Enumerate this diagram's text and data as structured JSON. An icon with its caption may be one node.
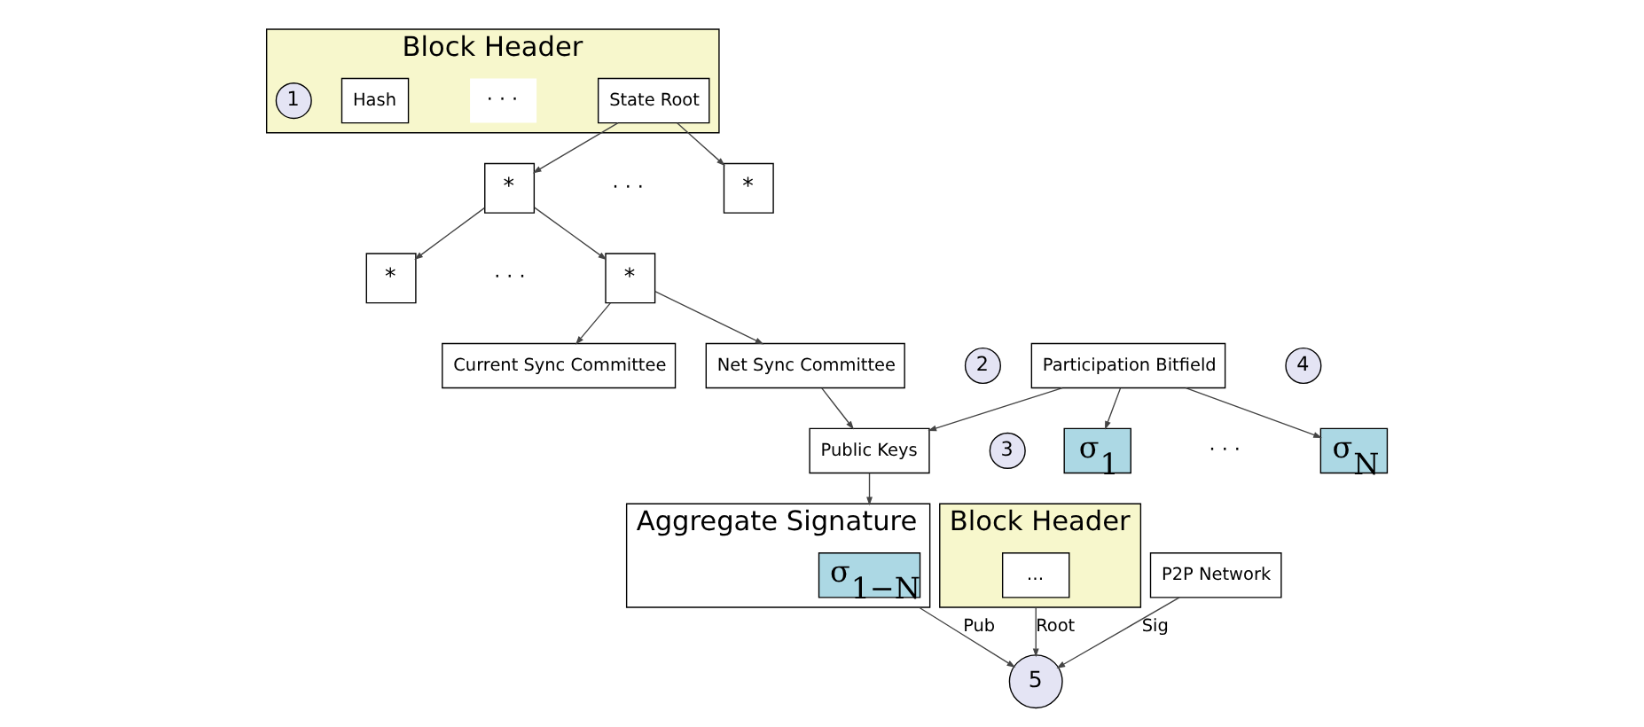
{
  "diagram": {
    "nodes": [
      {
        "text": [
          "Block Header"
        ],
        "beside": [
          "1"
        ]
      },
      {
        "text": [
          "Hash"
        ],
        "in": 0
      },
      {
        "text": [
          "State Root"
        ],
        "in": 0
      },
      {
        "text": [
          "*"
        ]
      },
      {
        "text": [
          "*"
        ]
      },
      {
        "text": [
          "*"
        ]
      },
      {
        "text": [
          "*"
        ]
      },
      {
        "text": [
          "Current Sync Committee"
        ]
      },
      {
        "text": [
          "Net Sync Committee"
        ],
        "beside": [
          "2"
        ]
      },
      {
        "text": [
          "Public Keys"
        ],
        "beside": [
          "3"
        ]
      },
      {
        "text": [
          "Participation Bitfield"
        ],
        "beside": [
          "4"
        ]
      },
      {
        "text": [
          "σ$_{1}$"
        ]
      },
      {
        "text": [
          "σ$_{N}$"
        ]
      },
      {
        "text": [
          "Aggregate Signature"
        ]
      },
      {
        "text": [
          "σ$_{1−N}$"
        ],
        "in": 13
      },
      {
        "text": [
          "Block Header"
        ]
      },
      {
        "text": [
          "…"
        ],
        "in": 15
      },
      {
        "text": [
          "5"
        ]
      },
      {
        "text": [
          "P2P Network"
        ]
      }
    ],
    "edges": [
      {
        "from": 2,
        "to": 3,
        "arrow": "to"
      },
      {
        "from": 2,
        "to": 4,
        "arrow": "to"
      },
      {
        "from": 3,
        "to": 5,
        "arrow": "to"
      },
      {
        "from": 3,
        "to": 6,
        "arrow": "to"
      },
      {
        "from": 6,
        "to": 7,
        "arrow": "to"
      },
      {
        "from": 6,
        "to": 8,
        "arrow": "to"
      },
      {
        "from": 8,
        "to": 9,
        "arrow": "to"
      },
      {
        "from": 10,
        "to": 9,
        "arrow": "to"
      },
      {
        "from": 10,
        "to": 11,
        "arrow": "to"
      },
      {
        "from": 10,
        "to": 12,
        "arrow": "to"
      },
      {
        "from": 9,
        "to": 13,
        "arrow": "to"
      },
      {
        "from": 13,
        "to": 17,
        "label": "Pub",
        "arrow": "to"
      },
      {
        "from": 15,
        "to": 17,
        "label": "Root",
        "arrow": "to"
      },
      {
        "from": 18,
        "to": 17,
        "label": "Sig",
        "arrow": "to"
      }
    ],
    "labels": [
      "· · ·",
      "· · ·",
      "· · ·",
      "· · ·"
    ]
  }
}
